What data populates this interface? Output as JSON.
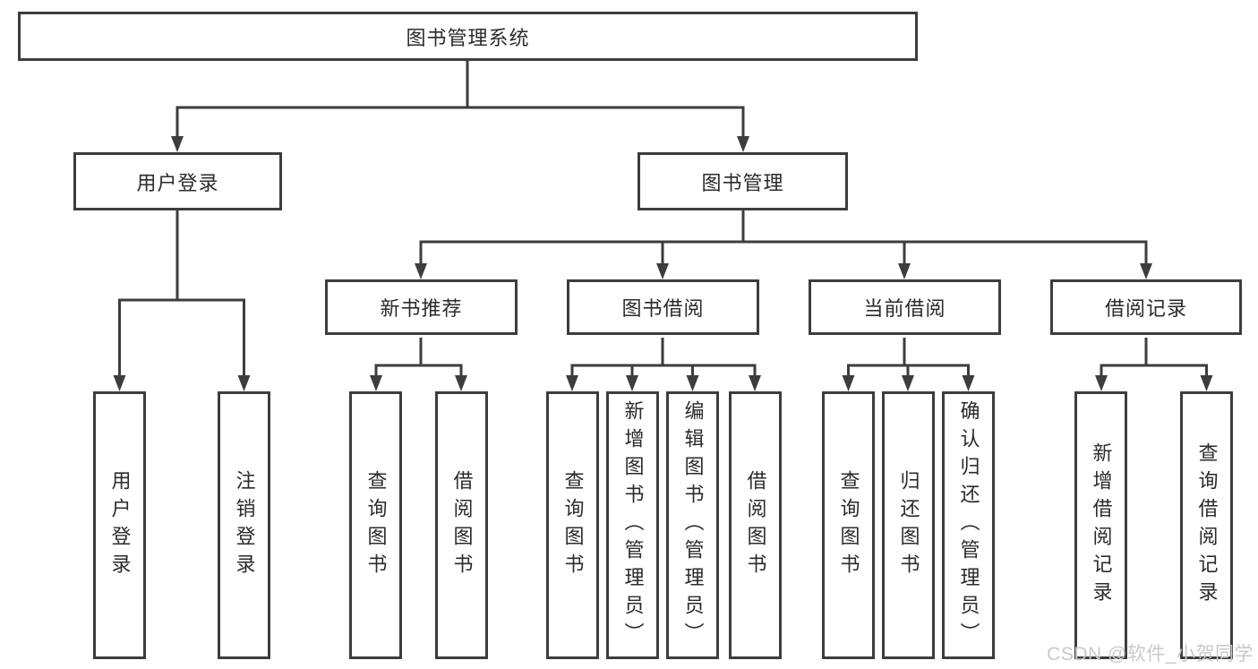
{
  "diagram": {
    "root": "图书管理系统",
    "level2": [
      "用户登录",
      "图书管理"
    ],
    "level3": [
      "新书推荐",
      "图书借阅",
      "当前借阅",
      "借阅记录"
    ],
    "leaves": {
      "user_login": [
        "用户登录",
        "注销登录"
      ],
      "new_book_recommend": [
        "查询图书",
        "借阅图书"
      ],
      "book_borrow": [
        "查询图书",
        "新增图书（管理员）",
        "编辑图书（管理员）",
        "借阅图书"
      ],
      "current_borrow": [
        "查询图书",
        "归还图书",
        "确认归还（管理员）"
      ],
      "borrow_record": [
        "新增借阅记录",
        "查询借阅记录"
      ]
    }
  },
  "watermark": "CSDN @软件_小贺同学",
  "colors": {
    "line": "#3d3d3d",
    "text": "#2b2b2b",
    "watermark": "#c9c9c9",
    "background": "#ffffff"
  }
}
